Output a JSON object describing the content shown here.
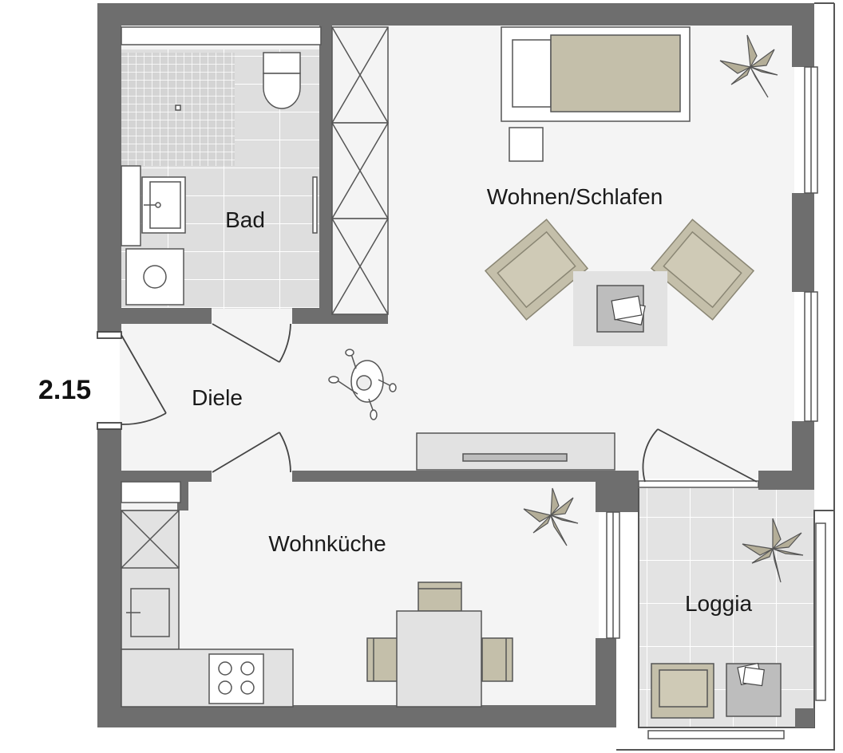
{
  "unit": {
    "number": "2.15"
  },
  "rooms": {
    "bad": "Bad",
    "wohnen": "Wohnen/Schlafen",
    "diele": "Diele",
    "kueche": "Wohnküche",
    "loggia": "Loggia"
  },
  "colors": {
    "wall": "#6e6e6e",
    "floor": "#f4f4f4",
    "tile": "#dcdcdc",
    "grout": "#ffffff",
    "furniture": "#c4bfaa",
    "furniture_stroke": "#8a8674",
    "plant": "#b4ae98",
    "light_gray": "#e6e6e6",
    "mid_gray": "#bdbdbd"
  }
}
